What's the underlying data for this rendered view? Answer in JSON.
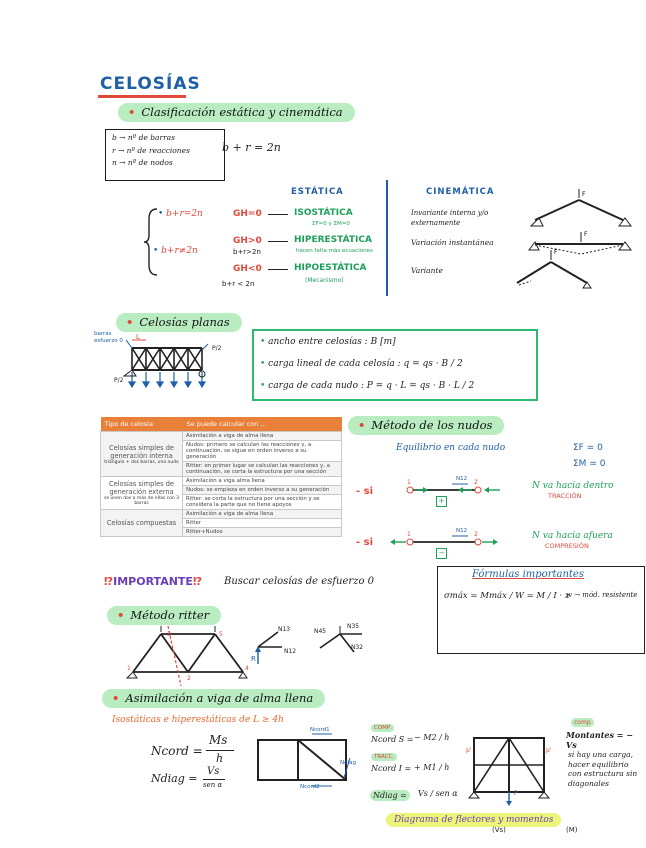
{
  "title": "CELOSÍAS",
  "clasificacion": {
    "heading": "Clasificación estática y cinemática",
    "legend": [
      "b → nº de barras",
      "r → nº de reacciones",
      "n → nº de nodos"
    ],
    "equation": "b + r = 2n",
    "estatica_title": "ESTÁTICA",
    "cinematica_title": "CINEMÁTICA",
    "row1_cond": "b+r=2n",
    "row1_gh": "GH=0",
    "row1_type": "ISOSTÁTICA",
    "row1_note": "ΣF=0 y ΣM=0",
    "row2_cond": "b+r≠2n",
    "row2_gh": "GH>0",
    "row2_sub": "b+r>2n",
    "row2_type": "HIPERESTÁTICA",
    "row2_note": "hacen falta más ecuaciones",
    "row3_gh": "GH<0",
    "row3_sub": "b+r < 2n",
    "row3_type": "HIPOESTÁTICA",
    "row3_note": "(Mecanismo)",
    "cin1": "Invariante interna y/o externamente",
    "cin2": "Variación instantánea",
    "cin3": "Variante",
    "force_label": "F"
  },
  "planas": {
    "heading": "Celosías planas",
    "side_note": "barras esfuerzo 0",
    "span_label": "L",
    "load_left": "P/2",
    "load_right": "P/2",
    "items": [
      {
        "text": "ancho entre celosías :",
        "formula": "B [m]"
      },
      {
        "text": "carga lineal de cada celosía :",
        "formula": "q = qs · B / 2"
      },
      {
        "text": "carga de cada nudo :",
        "formula": "P = q · L = qs · B · L / 2"
      }
    ]
  },
  "tabla": {
    "headers": [
      "Tipo de celosía",
      "Se puede calcular con ..."
    ],
    "groups": [
      {
        "name": "Celosías simples de generación interna",
        "note": "triángulo + dos barras, una nudo",
        "rows": [
          "Asimilación a viga de alma llena",
          "Nudos: primero se calculan las reacciones y, a continuación, se sigue en orden inverso a su generación",
          "Ritter: en primer lugar se calculan las reacciones y, a continuación, se corta la estructura por una sección"
        ]
      },
      {
        "name": "Celosías simples de generación externa",
        "note": "se unen dos o más de ellas con 3 barras",
        "rows": [
          "Asimilación a viga alma llena",
          "Nudos: se empieza en orden inverso a su generación",
          "Ritter: se corta la estructura por una sección y se considera la parte que no tiene apoyos"
        ]
      },
      {
        "name": "Celosías compuestas",
        "note": "",
        "rows": [
          "Asimilación a viga de alma llena",
          "Ritter",
          "Ritter+Nudos"
        ]
      }
    ]
  },
  "nudos": {
    "heading": "Método de los nudos",
    "equilibrio": "Equilibrio en cada nudo",
    "sum_f": "ΣF = 0",
    "sum_m": "ΣM = 0",
    "si_label": "- si",
    "traccion_note": "N va hacia dentro",
    "traccion": "TRACCIÓN",
    "compresion_note": "N va hacia afuera",
    "compresion": "COMPRESIÓN",
    "node1": "1",
    "node2": "2",
    "n12": "N12",
    "plus": "+",
    "minus": "−"
  },
  "importante": {
    "label": "IMPORTANTE",
    "text": "Buscar celosías de esfuerzo 0"
  },
  "formulas": {
    "title": "Fórmulas importantes",
    "sigma": "σmáx = Mmáx / W = M / I · z",
    "w_note": "w → mód. resistente"
  },
  "ritter": {
    "heading": "Método ritter",
    "n13": "N13",
    "n12": "N12",
    "n45": "N45",
    "n35": "N35",
    "n32": "N32",
    "r": "R"
  },
  "asimilacion": {
    "heading": "Asimilación a viga de alma llena",
    "subtitle": "Isostáticas e hiperestáticas de L ≥ 4h",
    "ncord_lhs": "Ncord =",
    "ncord_num": "Ms",
    "ncord_den": "h",
    "ndiag_lhs": "Ndiag =",
    "ndiag_num": "Vs",
    "ndiag_den": "sen α",
    "diag_labels": [
      "Ncord1",
      "Ndiag",
      "Ncord2"
    ],
    "comp_tag": "COMP.",
    "comp_lhs": "Ncord S =",
    "comp_frac": "− M2 / h",
    "tracc_tag": "TRACC.",
    "tracc_lhs": "Ncord I =",
    "tracc_frac": "+ M1 / h",
    "ndiag2_lhs": "Ndiag =",
    "ndiag2_frac": "Vs / sen α",
    "right_comp": "comp",
    "montantes": "Montantes = − Vs",
    "right_note": "si hay una carga, hacer equilibrio con estructura sin diagonales",
    "p_label": "P",
    "yellow": "Diagrama de flectores y momentos",
    "vs_tag": "(Vs)",
    "m_tag": "(M)"
  }
}
